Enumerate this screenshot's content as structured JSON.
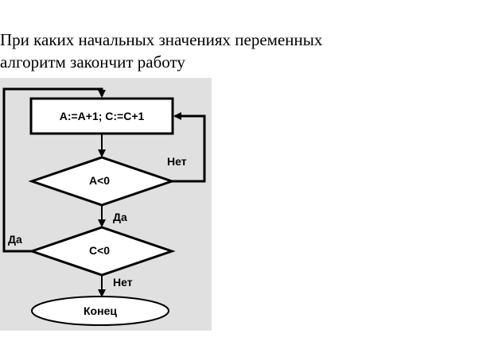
{
  "question": {
    "line1": "При каких начальных значениях переменных",
    "line2": "алгоритм закончит работу"
  },
  "flowchart": {
    "process_label": "A:=A+1; C:=C+1",
    "decision1_label": "A<0",
    "decision2_label": "C<0",
    "terminal_label": "Конец",
    "yes_label_1": "Да",
    "no_label_1": "Нет",
    "yes_label_2": "Да",
    "no_label_2": "Нет"
  },
  "colors": {
    "diagram_background": "#e0e0e0",
    "lines": "#000000"
  }
}
